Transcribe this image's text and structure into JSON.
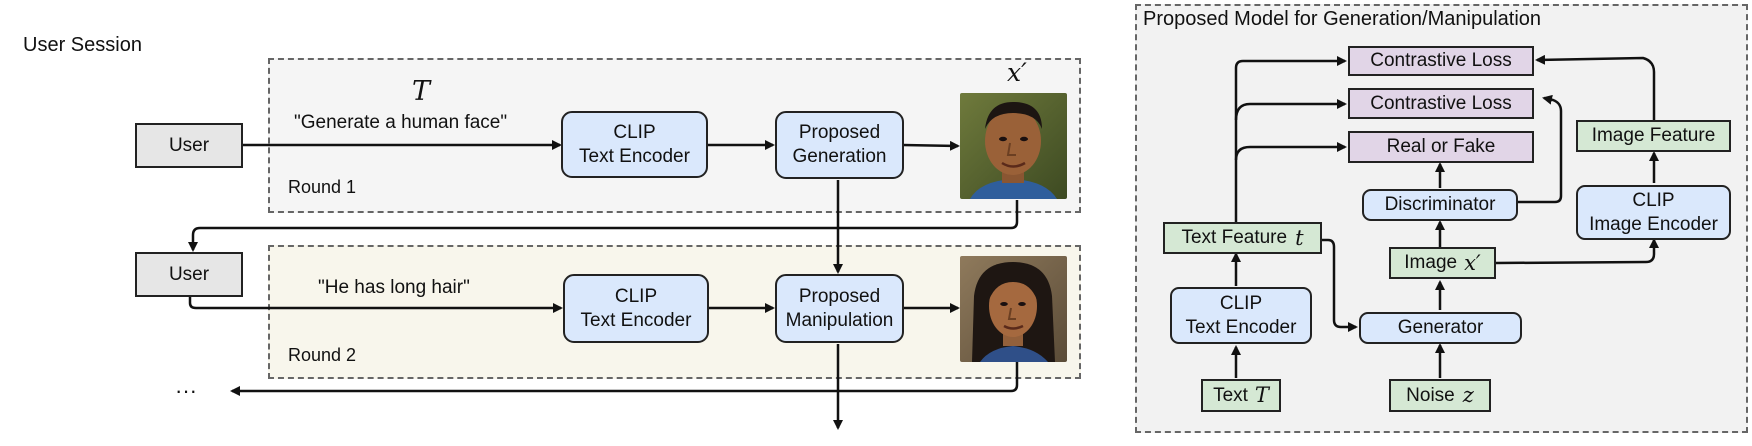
{
  "session": {
    "title": "User Session",
    "t_symbol": "T",
    "xprime_symbol": "x′",
    "ellipsis": "···",
    "round1": {
      "label": "Round 1",
      "user": "User",
      "prompt": "\"Generate a human face\"",
      "encoder": "CLIP\nText Encoder",
      "model": "Proposed\nGeneration"
    },
    "round2": {
      "label": "Round 2",
      "user": "User",
      "prompt": "\"He has long hair\"",
      "encoder": "CLIP\nText Encoder",
      "model": "Proposed\nManipulation"
    }
  },
  "model": {
    "title": "Proposed Model for Generation/Manipulation",
    "contrastive1": "Contrastive Loss",
    "contrastive2": "Contrastive Loss",
    "real_fake": "Real or Fake",
    "discriminator": "Discriminator",
    "image_feature": "Image Feature",
    "image_encoder": "CLIP\nImage Encoder",
    "text_feature": "Text Feature",
    "text_feature_sym": "t",
    "image": "Image",
    "image_sym": "x′",
    "text_encoder": "CLIP\nText Encoder",
    "generator": "Generator",
    "text": "Text",
    "text_sym": "T",
    "noise": "Noise",
    "noise_sym": "z"
  },
  "colors": {
    "blue": "#dae8fc",
    "green": "#d5e8d4",
    "purple": "#e1d5e7",
    "gray": "#e6e6e6",
    "round1_bg": "#f5f5f5",
    "round2_bg": "#f8f6ec",
    "panel_bg": "#f2f2f2"
  },
  "icons": [
    "face-photo-icon",
    "arrow-icon"
  ]
}
